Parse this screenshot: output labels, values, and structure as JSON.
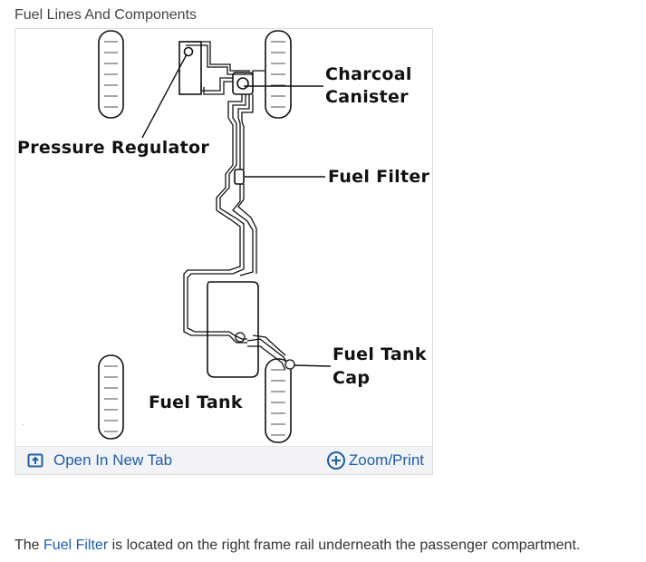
{
  "figure": {
    "title": "Fuel Lines And Components",
    "labels": {
      "charcoal_canister_line1": "Charcoal",
      "charcoal_canister_line2": "Canister",
      "pressure_regulator": "Pressure Regulator",
      "fuel_filter": "Fuel Filter",
      "fuel_tank_cap_line1": "Fuel Tank",
      "fuel_tank_cap_line2": "Cap",
      "fuel_tank": "Fuel Tank"
    },
    "toolbar": {
      "open_new_tab": "Open In New Tab",
      "zoom_print": "Zoom/Print",
      "open_new_tab_icon": "open-in-new-tab-icon",
      "zoom_icon": "zoom-plus-icon"
    }
  },
  "caption": {
    "prefix": "The",
    "link": "Fuel Filter",
    "suffix": "is located on the right frame rail underneath the passenger compartment."
  },
  "colors": {
    "link": "#1f5ea8",
    "text": "#333333",
    "toolbar_bg": "#f1f3f6"
  }
}
